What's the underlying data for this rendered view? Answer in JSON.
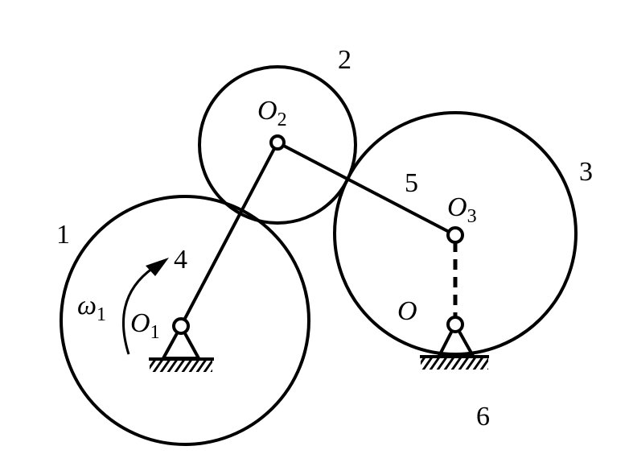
{
  "diagram": {
    "type": "gear linkage mechanism",
    "member_labels": {
      "gear1": "1",
      "gear2": "2",
      "gear3": "3",
      "crank": "4",
      "link": "5",
      "frame": "6"
    },
    "points": {
      "O1": {
        "main": "O",
        "sub": "1"
      },
      "O2": {
        "main": "O",
        "sub": "2"
      },
      "O3": {
        "main": "O",
        "sub": "3"
      },
      "O": {
        "main": "O"
      }
    },
    "angular_velocity": {
      "main": "ω",
      "sub": "1"
    },
    "colors": {
      "ink": "#000000",
      "background": "#ffffff"
    }
  }
}
